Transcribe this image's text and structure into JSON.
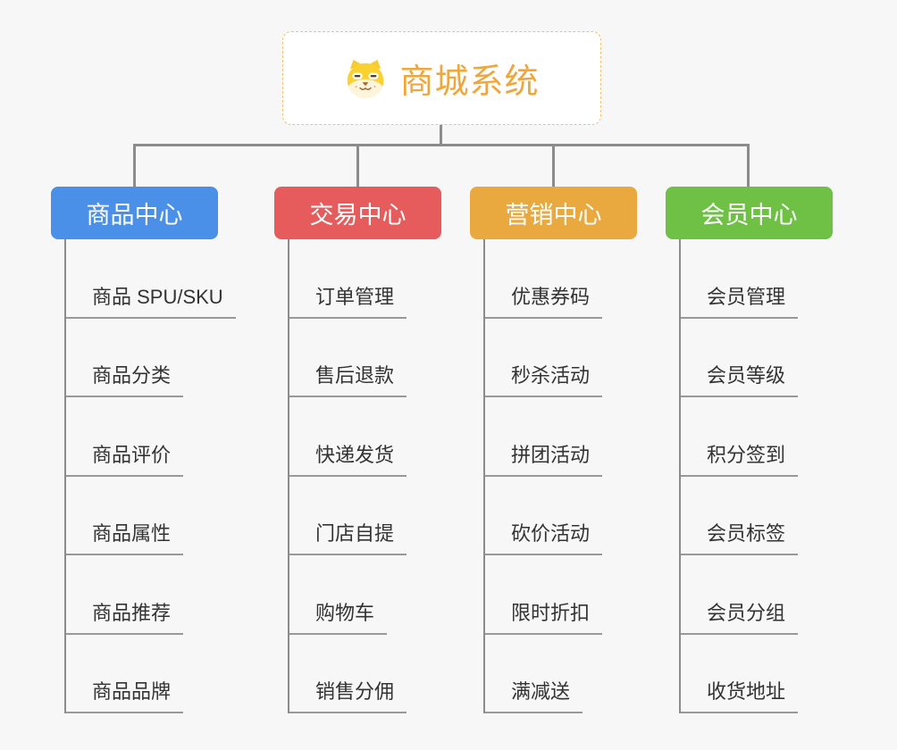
{
  "page": {
    "background_color": "#f7f7f7",
    "connector_color": "#8c8c8c",
    "underline_color": "#999999",
    "leaf_text_color": "#333333"
  },
  "root": {
    "title": "商城系统",
    "icon": "dog-face-icon",
    "title_color": "#f0a63a",
    "border_color": "#f2c169",
    "background": "#ffffff"
  },
  "branches": [
    {
      "label": "商品中心",
      "color": "#4a90e8",
      "items": [
        "商品 SPU/SKU",
        "商品分类",
        "商品评价",
        "商品属性",
        "商品推荐",
        "商品品牌"
      ]
    },
    {
      "label": "交易中心",
      "color": "#e65c5c",
      "items": [
        "订单管理",
        "售后退款",
        "快递发货",
        "门店自提",
        "购物车",
        "销售分佣"
      ]
    },
    {
      "label": "营销中心",
      "color": "#eaa93e",
      "items": [
        "优惠券码",
        "秒杀活动",
        "拼团活动",
        "砍价活动",
        "限时折扣",
        "满减送"
      ]
    },
    {
      "label": "会员中心",
      "color": "#6ec145",
      "items": [
        "会员管理",
        "会员等级",
        "积分签到",
        "会员标签",
        "会员分组",
        "收货地址"
      ]
    }
  ]
}
